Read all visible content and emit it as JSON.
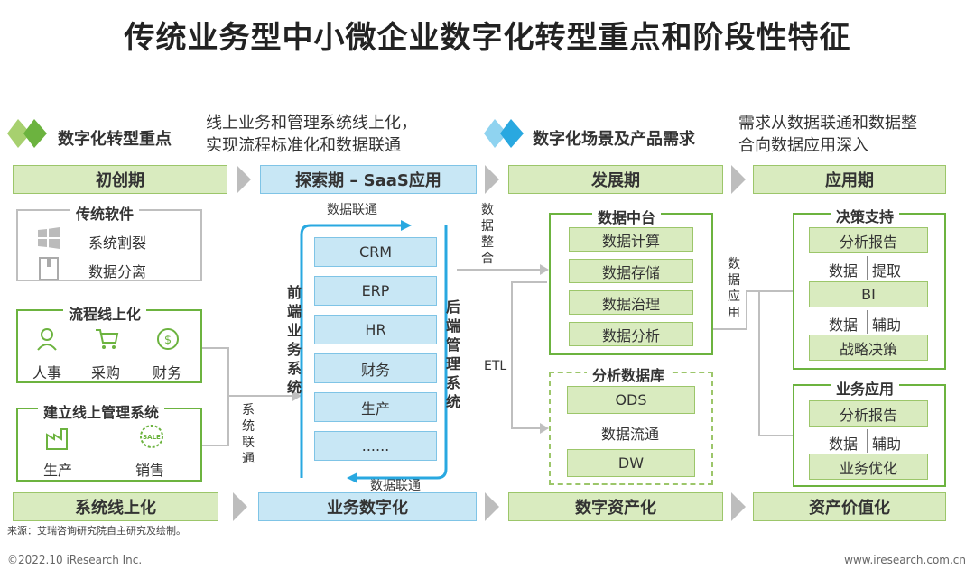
{
  "title": "传统业务型中小微企业数字化转型重点和阶段性特征",
  "headers": {
    "focus": "数字化转型重点",
    "focus_note": "线上业务和管理系统线上化，\n实现流程标准化和数据联通",
    "scenario": "数字化场景及产品需求",
    "scenario_note": "需求从数据联通和数据整\n合向数据应用深入"
  },
  "stages": [
    "初创期",
    "探索期 – SaaS应用",
    "发展期",
    "应用期"
  ],
  "bottom_stages": [
    "系统线上化",
    "业务数字化",
    "数字资产化",
    "资产价值化"
  ],
  "col1": {
    "traditional": {
      "title": "传统软件",
      "items": [
        "系统割裂",
        "数据分离"
      ]
    },
    "process": {
      "title": "流程线上化",
      "items": [
        "人事",
        "采购",
        "财务"
      ]
    },
    "mgmt": {
      "title": "建立线上管理系统",
      "items": [
        "生产",
        "销售"
      ],
      "sale_badge": "SALE"
    },
    "link_label": "系\n统\n联\n通"
  },
  "col2": {
    "top_label": "数据联通",
    "bottom_label": "数据联通",
    "front": "前\n端\n业\n务\n系\n统",
    "back": "后\n端\n管\n理\n系\n统",
    "systems": [
      "CRM",
      "ERP",
      "HR",
      "财务",
      "生产",
      "......"
    ]
  },
  "col3": {
    "integrate_label": "数\n据\n整\n合",
    "etl_label": "ETL",
    "platform": {
      "title": "数据中台",
      "items": [
        "数据计算",
        "数据存储",
        "数据治理",
        "数据分析"
      ]
    },
    "warehouse": {
      "title": "分析数据库",
      "items": [
        "ODS",
        "数据流通",
        "DW"
      ]
    },
    "apply_label": "数\n据\n应\n用"
  },
  "col4": {
    "decision": {
      "title": "决策支持",
      "items": [
        "分析报告",
        "数据",
        "提取",
        "BI",
        "数据",
        "辅助",
        "战略决策"
      ]
    },
    "business": {
      "title": "业务应用",
      "items": [
        "分析报告",
        "数据",
        "辅助",
        "业务优化"
      ]
    }
  },
  "source": "来源：艾瑞咨询研究院自主研究及绘制。",
  "footer_left": "©2022.10 iResearch Inc.",
  "footer_right": "www.iresearch.com.cn",
  "colors": {
    "green": "#6cb33f",
    "blue": "#29a8e0",
    "light_green": "#d9ebbf",
    "light_blue": "#c8e7f5"
  }
}
